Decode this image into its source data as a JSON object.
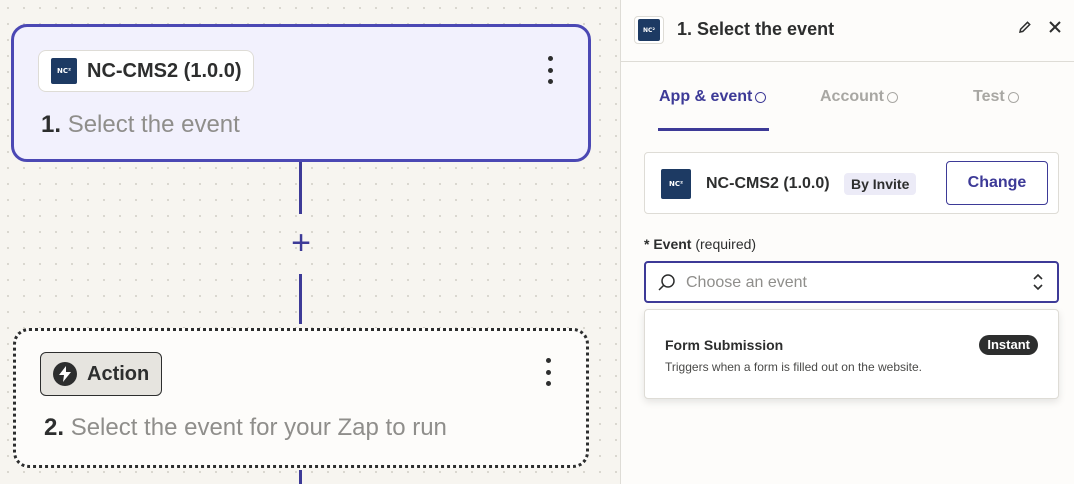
{
  "canvas": {
    "step1": {
      "app_label": "NC-CMS2 (1.0.0)",
      "logo_text": "NC²",
      "number": "1.",
      "title": "Select the event"
    },
    "step2": {
      "action_label": "Action",
      "number": "2.",
      "title": "Select the event for your Zap to run"
    },
    "plus_glyph": "+"
  },
  "panel": {
    "title": "1. Select the event",
    "logo_text": "NC²",
    "tabs": [
      {
        "label": "App & event",
        "active": true
      },
      {
        "label": "Account",
        "active": false
      },
      {
        "label": "Test",
        "active": false
      }
    ],
    "app": {
      "name": "NC-CMS2 (1.0.0)",
      "badge": "By Invite",
      "change_label": "Change"
    },
    "event_field": {
      "asterisk": "*",
      "label": "Event",
      "hint": "(required)",
      "placeholder": "Choose an event"
    },
    "options": [
      {
        "title": "Form Submission",
        "badge": "Instant",
        "description": "Triggers when a form is filled out on the website."
      }
    ]
  },
  "colors": {
    "accent": "#3d3a97",
    "selected_border": "#4b48b4",
    "dark": "#2d2e2e",
    "logo_bg": "#1d3a63"
  }
}
